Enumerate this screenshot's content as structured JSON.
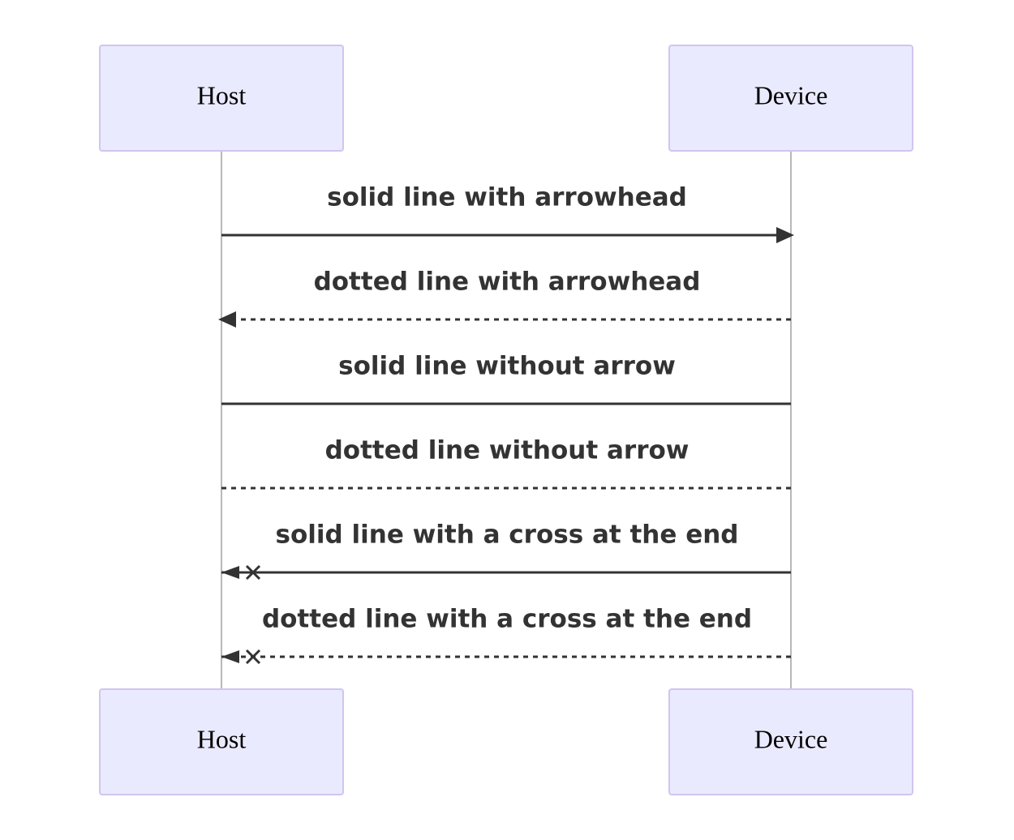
{
  "participants": {
    "left": {
      "label": "Host"
    },
    "right": {
      "label": "Device"
    }
  },
  "messages": [
    {
      "text": "solid line with arrowhead",
      "from": "Host",
      "to": "Device",
      "line": "solid",
      "end": "arrowhead"
    },
    {
      "text": "dotted line with arrowhead",
      "from": "Device",
      "to": "Host",
      "line": "dotted",
      "end": "arrowhead"
    },
    {
      "text": "solid line without arrow",
      "from": "Device",
      "to": "Host",
      "line": "solid",
      "end": "none"
    },
    {
      "text": "dotted line without arrow",
      "from": "Device",
      "to": "Host",
      "line": "dotted",
      "end": "none"
    },
    {
      "text": "solid line with a cross at the end",
      "from": "Device",
      "to": "Host",
      "line": "solid",
      "end": "cross"
    },
    {
      "text": "dotted line with a cross at the end",
      "from": "Device",
      "to": "Host",
      "line": "dotted",
      "end": "cross"
    }
  ],
  "colors": {
    "actor_fill": "#eaeaff",
    "actor_border": "#d2c5ee",
    "line": "#333333",
    "lifeline": "#b8b8b8"
  }
}
